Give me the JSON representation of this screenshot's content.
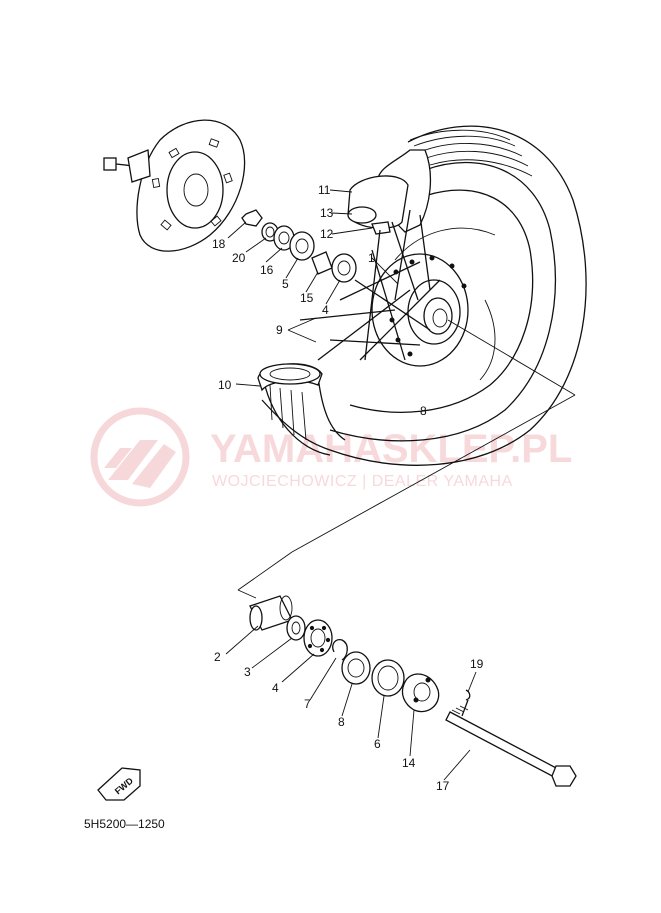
{
  "diagram": {
    "code": "5H5200—1250",
    "fwd_label": "FWD",
    "callouts": [
      {
        "id": "c1",
        "text": "1"
      },
      {
        "id": "c2",
        "text": "2"
      },
      {
        "id": "c3",
        "text": "3"
      },
      {
        "id": "c4a",
        "text": "4"
      },
      {
        "id": "c4b",
        "text": "4"
      },
      {
        "id": "c5",
        "text": "5"
      },
      {
        "id": "c6",
        "text": "6"
      },
      {
        "id": "c7",
        "text": "7"
      },
      {
        "id": "c8a",
        "text": "8"
      },
      {
        "id": "c8b",
        "text": "8"
      },
      {
        "id": "c9",
        "text": "9"
      },
      {
        "id": "c10",
        "text": "10"
      },
      {
        "id": "c11",
        "text": "11"
      },
      {
        "id": "c12",
        "text": "12"
      },
      {
        "id": "c13",
        "text": "13"
      },
      {
        "id": "c14",
        "text": "14"
      },
      {
        "id": "c15",
        "text": "15"
      },
      {
        "id": "c16",
        "text": "16"
      },
      {
        "id": "c17",
        "text": "17"
      },
      {
        "id": "c18",
        "text": "18"
      },
      {
        "id": "c19",
        "text": "19"
      },
      {
        "id": "c20",
        "text": "20"
      }
    ]
  },
  "watermark": {
    "title": "YAMAHASKLEP.PL",
    "subtitle": "WOJCIECHOWICZ | DEALER YAMAHA",
    "color": "#f4c9cc"
  }
}
